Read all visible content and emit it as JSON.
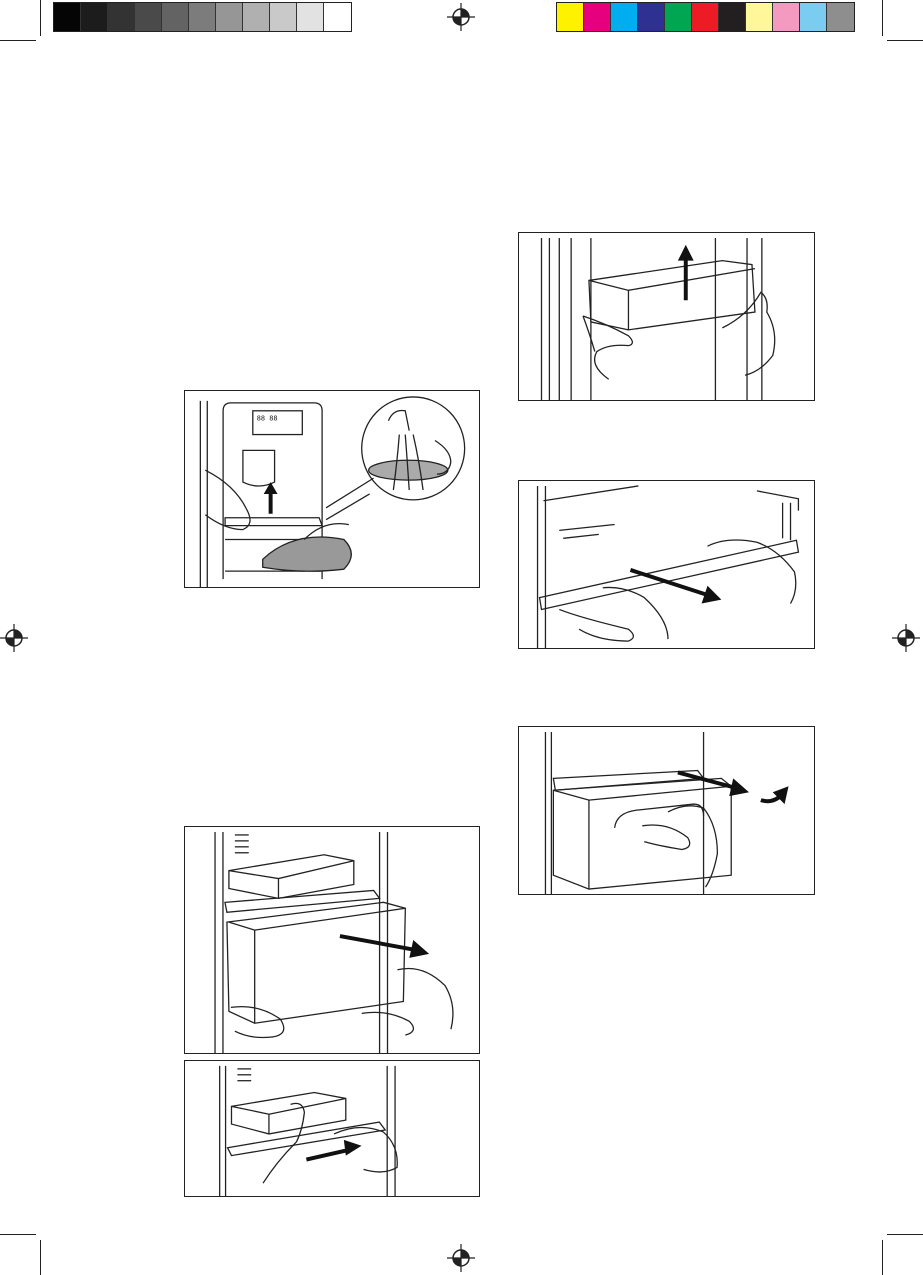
{
  "registration": {
    "grayscale": [
      "#050505",
      "#1c1c1c",
      "#333333",
      "#4a4a4a",
      "#636363",
      "#7c7c7c",
      "#969696",
      "#b0b0b0",
      "#c9c9c9",
      "#e2e2e2",
      "#ffffff"
    ],
    "process": [
      "#fff200",
      "#e6007e",
      "#00aeef",
      "#2e3192",
      "#00a651",
      "#ed1c24",
      "#231f20",
      "#fff799",
      "#f49ac1",
      "#7accf0",
      "#8e8e8e"
    ]
  },
  "figures": [
    {
      "name": "dispenser-drip-tray-cleaning"
    },
    {
      "name": "door-balcony-removal"
    },
    {
      "name": "glass-shelf-removal"
    },
    {
      "name": "drawer-removal"
    },
    {
      "name": "freezer-drawer-removal"
    },
    {
      "name": "freezer-shelf-removal"
    }
  ]
}
